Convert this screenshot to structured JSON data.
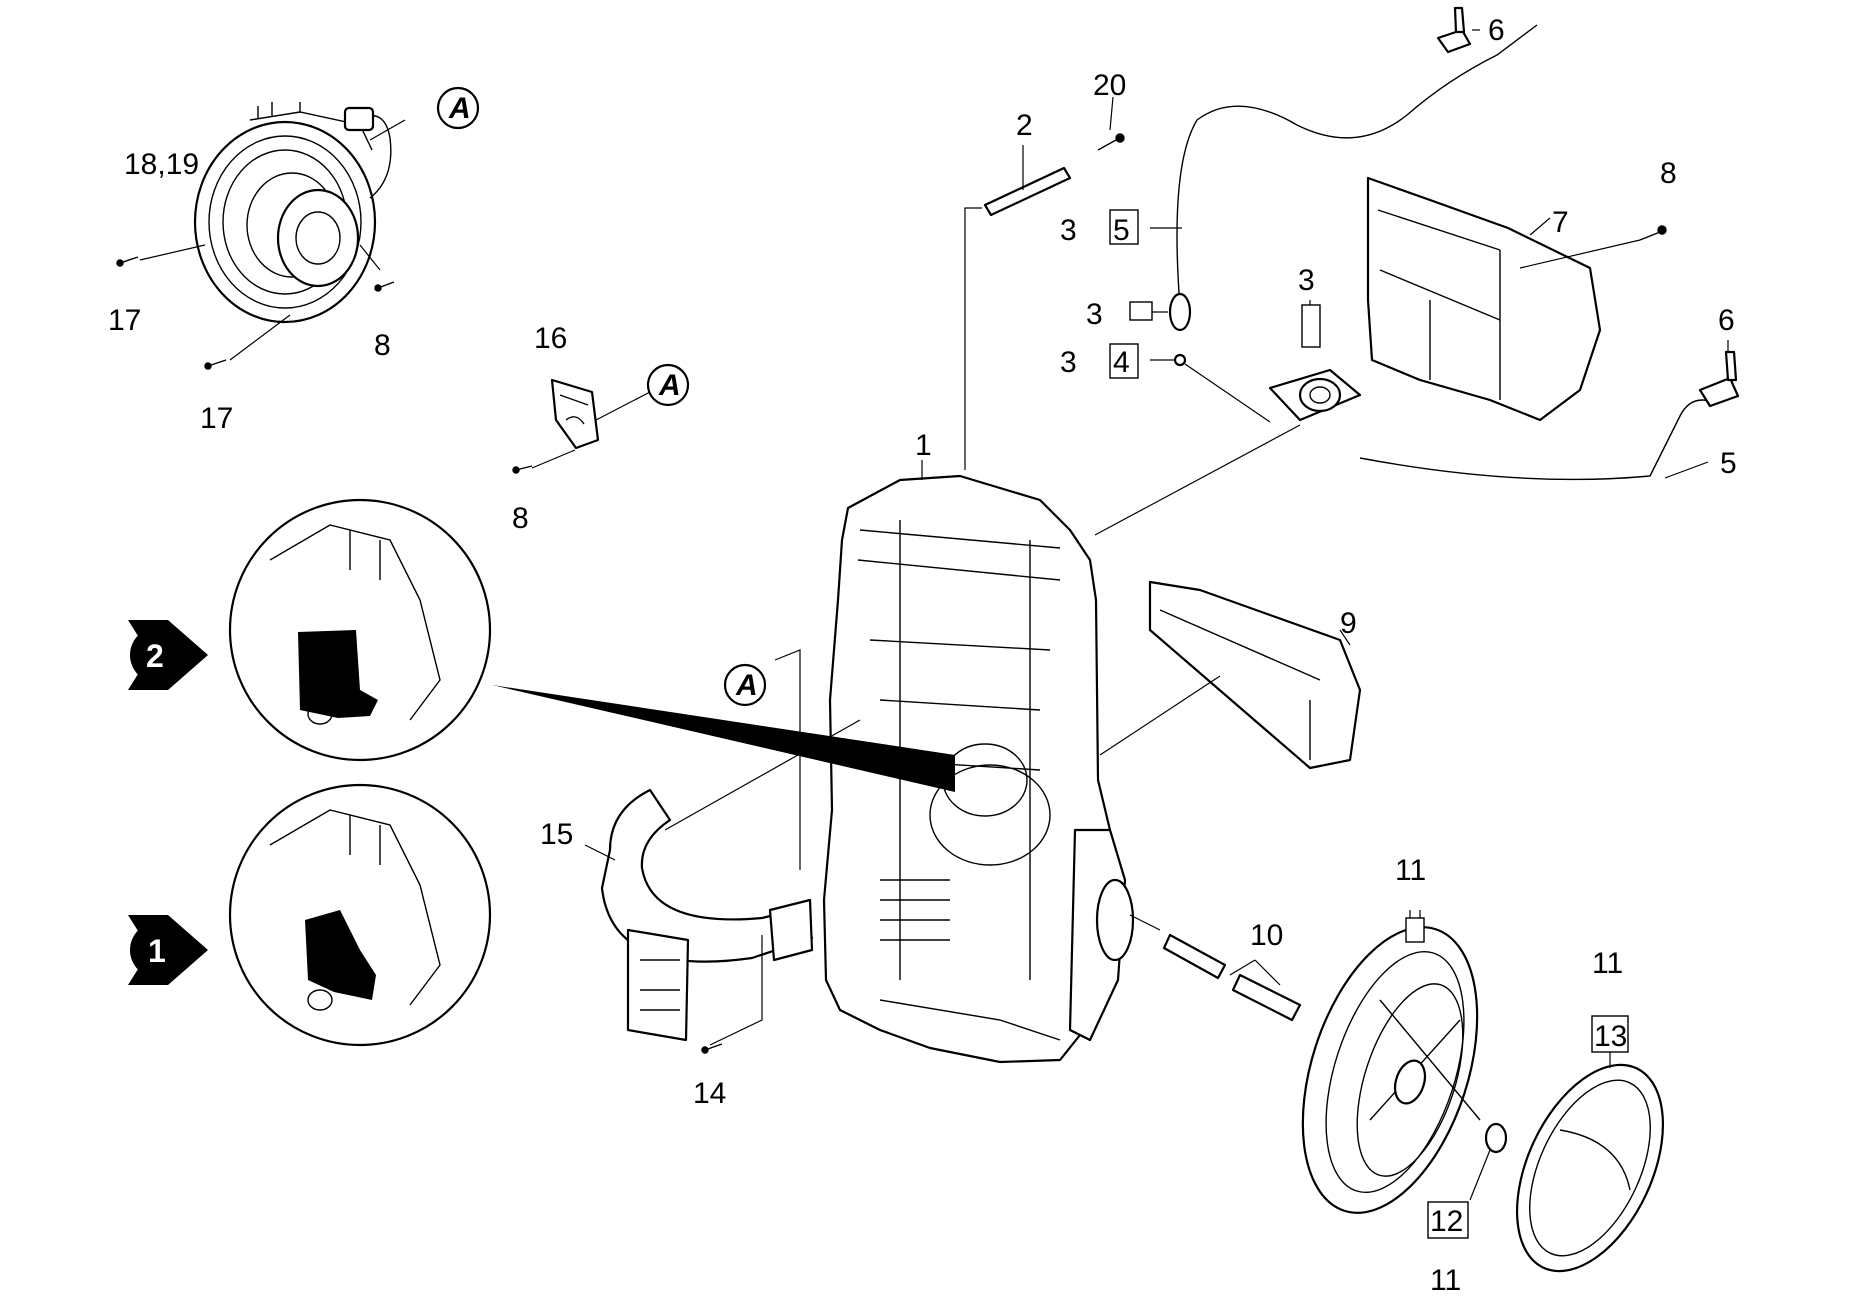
{
  "callouts": {
    "c_1": "1",
    "c_2": "2",
    "c_3a": "3",
    "c_3b": "3",
    "c_3c": "3",
    "c_3d": "3",
    "c_4": "4",
    "c_5a": "5",
    "c_5b": "5",
    "c_6a": "6",
    "c_6b": "6",
    "c_7": "7",
    "c_8a": "8",
    "c_8b": "8",
    "c_8c": "8",
    "c_9": "9",
    "c_10": "10",
    "c_11a": "11",
    "c_11b": "11",
    "c_11c": "11",
    "c_12": "12",
    "c_13": "13",
    "c_14": "14",
    "c_15": "15",
    "c_16": "16",
    "c_17a": "17",
    "c_17b": "17",
    "c_18_19": "18,19",
    "c_20": "20"
  },
  "view_markers": {
    "ref_a1": "A",
    "ref_a2": "A",
    "ref_a3": "A",
    "step_2": "2",
    "step_1": "1"
  }
}
